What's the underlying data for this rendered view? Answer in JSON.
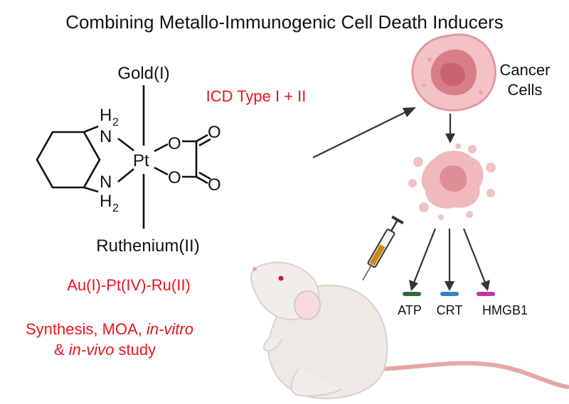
{
  "title": "Combining Metallo-Immunogenic Cell Death Inducers",
  "molecule": {
    "top_metal": "Gold(I)",
    "bottom_metal": "Ruthenium(II)",
    "center_atom": "Pt",
    "amine_top_h": "H",
    "amine_top_sub": "2",
    "amine_top_n": "N",
    "amine_bottom_n": "N",
    "amine_bottom_h": "H",
    "amine_bottom_sub": "2",
    "oxygen_1": "O",
    "oxygen_2": "O",
    "carbonyl_o_1": "O",
    "carbonyl_o_2": "O"
  },
  "icd_label": "ICD Type I + II",
  "compound_label": "Au(I)-Pt(IV)-Ru(II)",
  "study": {
    "line1_plain": "Synthesis, MOA, ",
    "line1_italic": "in-vitro",
    "line2_prefix": "& ",
    "line2_italic": "in-vivo",
    "line2_suffix": " study"
  },
  "cancer": {
    "line1": "Cancer",
    "line2": "Cells"
  },
  "damps": [
    {
      "label": "ATP",
      "color": "#2e6b3a"
    },
    {
      "label": "CRT",
      "color": "#3b82c4"
    },
    {
      "label": "HMGB1",
      "color": "#c0399f"
    }
  ],
  "colors": {
    "accent_red": "#e8141b",
    "text": "#111111",
    "cell_pink": "#e9a3a8",
    "nucleus": "#c96f78",
    "mouse_body": "#ede9e4",
    "syringe_fluid": "#c98a14"
  }
}
